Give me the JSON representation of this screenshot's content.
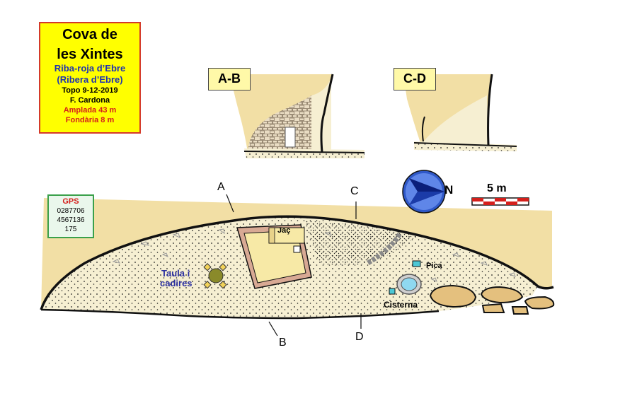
{
  "title": {
    "name_line1": "Cova de",
    "name_line2": "les Xintes",
    "place_line1": "Riba-roja d’Ebre",
    "place_line2": "(Ribera d’Ebre)",
    "survey": "Topo 9-12-2019",
    "author": "F. Cardona",
    "width": "Amplada 43 m",
    "depth": "Fondària 8 m"
  },
  "gps": {
    "label": "GPS",
    "line1": "0287706",
    "line2": "4567136",
    "line3": "175"
  },
  "sections": {
    "ab": "A-B",
    "cd": "C-D"
  },
  "markers": {
    "a": "A",
    "b": "B",
    "c": "C",
    "d": "D"
  },
  "labels": {
    "jac": "Jaç",
    "table_line1": "Taula i",
    "table_line2": "cadires",
    "pica": "Pica",
    "cisterna": "Cisterna"
  },
  "scale": "5 m",
  "compass_letter": "N",
  "colors": {
    "rock": "#f2dfa5",
    "floor": "#f6efd2",
    "wall": "#d8a994",
    "building": "#f7e9a6",
    "title_bg": "#ffff00",
    "compass": "#2f58c8"
  }
}
